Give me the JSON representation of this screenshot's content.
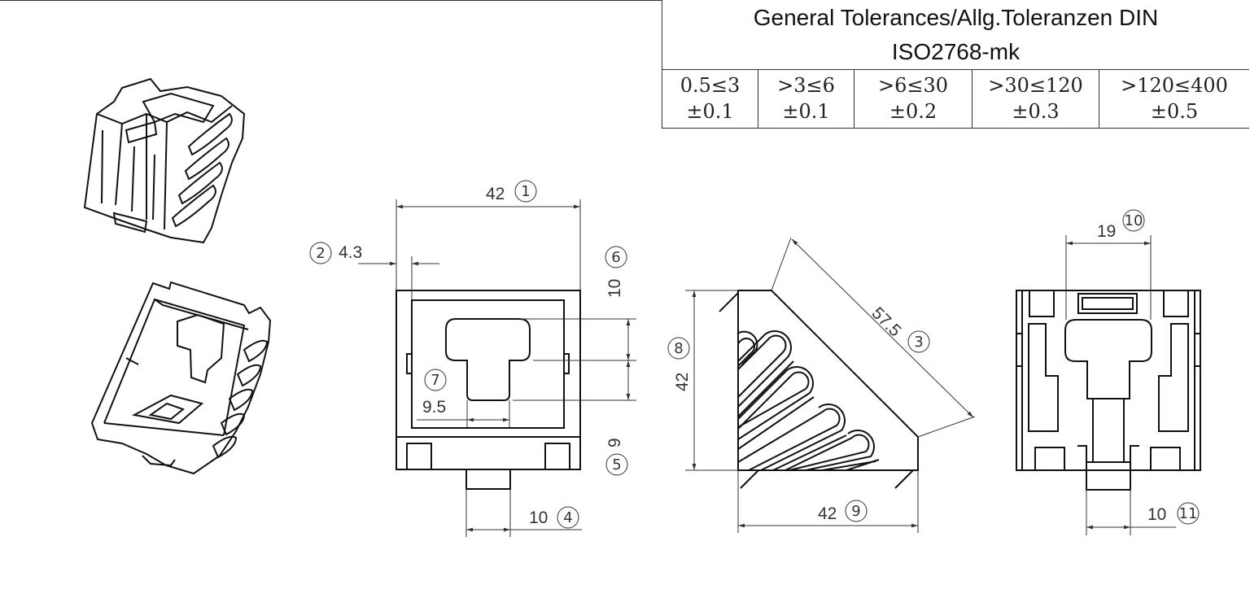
{
  "tolerance_table": {
    "title_line1": "General Tolerances/Allg.Toleranzen DIN",
    "title_line2": "ISO2768-mk",
    "columns": [
      {
        "range": "0.5≤3",
        "tol": "±0.1"
      },
      {
        "range": ">3≤6",
        "tol": "±0.1"
      },
      {
        "range": ">6≤30",
        "tol": "±0.2"
      },
      {
        "range": ">30≤120",
        "tol": "±0.3"
      },
      {
        "range": ">120≤400",
        "tol": "±0.5"
      }
    ]
  },
  "dimensions": {
    "d1": {
      "value": "42",
      "marker": "1"
    },
    "d2": {
      "value": "4.3",
      "marker": "2"
    },
    "d3": {
      "value": "57.5",
      "marker": "3"
    },
    "d4": {
      "value": "10",
      "marker": "4"
    },
    "d5": {
      "value": "9",
      "marker": "5"
    },
    "d6": {
      "value": "10",
      "marker": "6"
    },
    "d7": {
      "value": "9.5",
      "marker": "7"
    },
    "d8": {
      "value": "42",
      "marker": "8"
    },
    "d9": {
      "value": "42",
      "marker": "9"
    },
    "d10": {
      "value": "19",
      "marker": "10"
    },
    "d11": {
      "value": "10",
      "marker": "11"
    }
  }
}
